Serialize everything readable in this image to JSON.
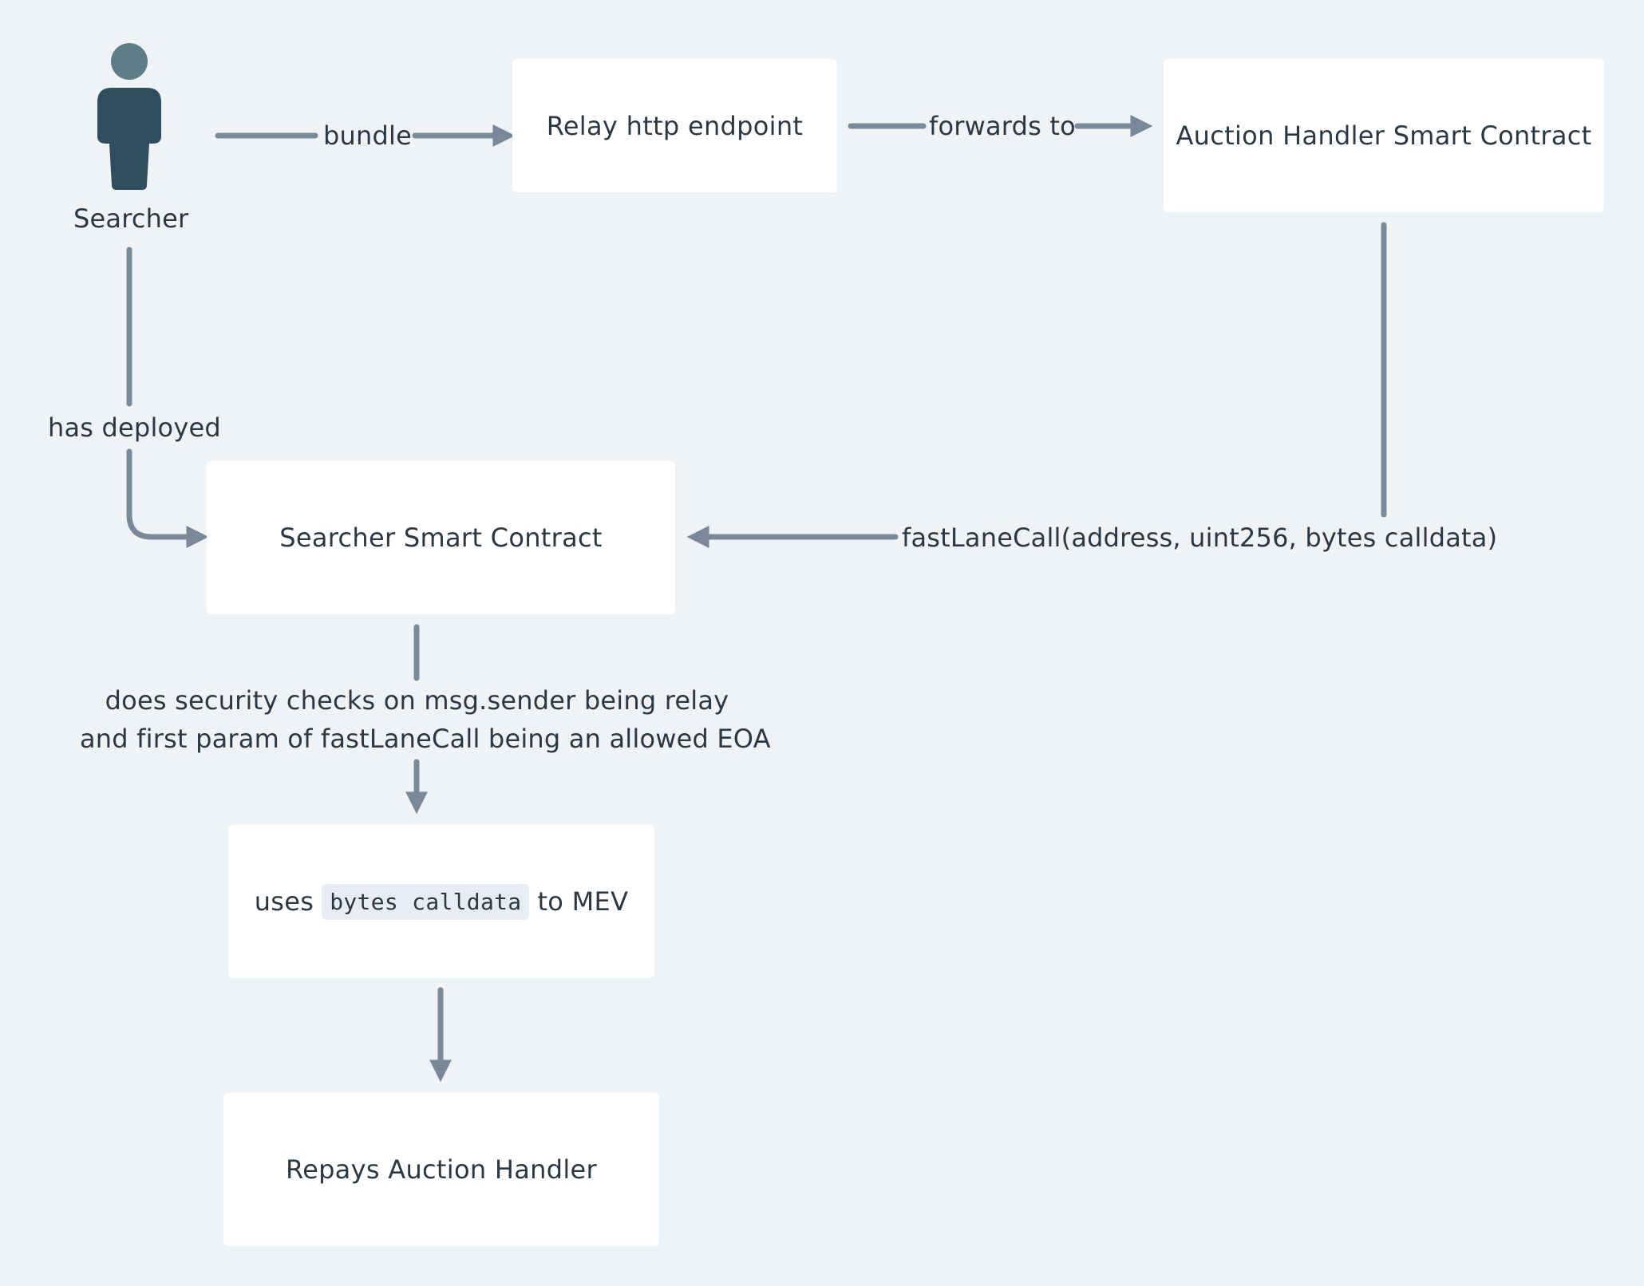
{
  "actor": {
    "label": "Searcher",
    "icon": "person-icon"
  },
  "nodes": {
    "relay": "Relay http endpoint",
    "auction_handler": "Auction Handler Smart Contract",
    "searcher_contract": "Searcher Smart Contract",
    "uses_prefix": "uses",
    "uses_code": "bytes calldata",
    "uses_suffix": "to MEV",
    "repays": "Repays Auction Handler"
  },
  "edges": {
    "bundle": "bundle",
    "forwards_to": "forwards to",
    "has_deployed": "has deployed",
    "fast_lane_call": "fastLaneCall(address, uint256, bytes calldata)",
    "security_line1": "does security checks on msg.sender being relay",
    "security_line2": "and first param of fastLaneCall being an allowed EOA"
  },
  "colors": {
    "background": "#eff3f6",
    "node_fill": "#ffffff",
    "edge": "#7a8999",
    "actor_head": "#5e7d86",
    "actor_body": "#2f4d5f",
    "text": "#2b3844"
  }
}
